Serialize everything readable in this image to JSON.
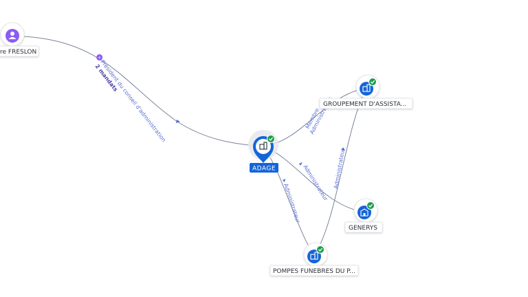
{
  "colors": {
    "company": "#1565d8",
    "person": "#8b5cf6",
    "verified": "#1b9e4b",
    "edge": "#7a8599",
    "edge_label": "#5b6fd1"
  },
  "center": {
    "label": "ADAGE",
    "icon": "building-icon"
  },
  "nodes": {
    "person": {
      "label": "re FRESLON",
      "icon": "person-icon"
    },
    "groupement": {
      "label": "GROUPEMENT D'ASSISTA...",
      "icon": "building-icon"
    },
    "generys": {
      "label": "GENERYS",
      "icon": "building-icon"
    },
    "pompes": {
      "label": "POMPES FUNEBRES DU P...",
      "icon": "building-icon"
    }
  },
  "edges": {
    "person_center": {
      "label": "Président du conseil d'administration",
      "sub": "2 mandats"
    },
    "center_groupement": {
      "label": "Membre",
      "label2": "Administrateur"
    },
    "center_generys": {
      "label": "Administrateur"
    },
    "center_pompes": {
      "label": "Administrateur"
    },
    "pompes_groupement": {
      "label": "Administrateur"
    }
  }
}
